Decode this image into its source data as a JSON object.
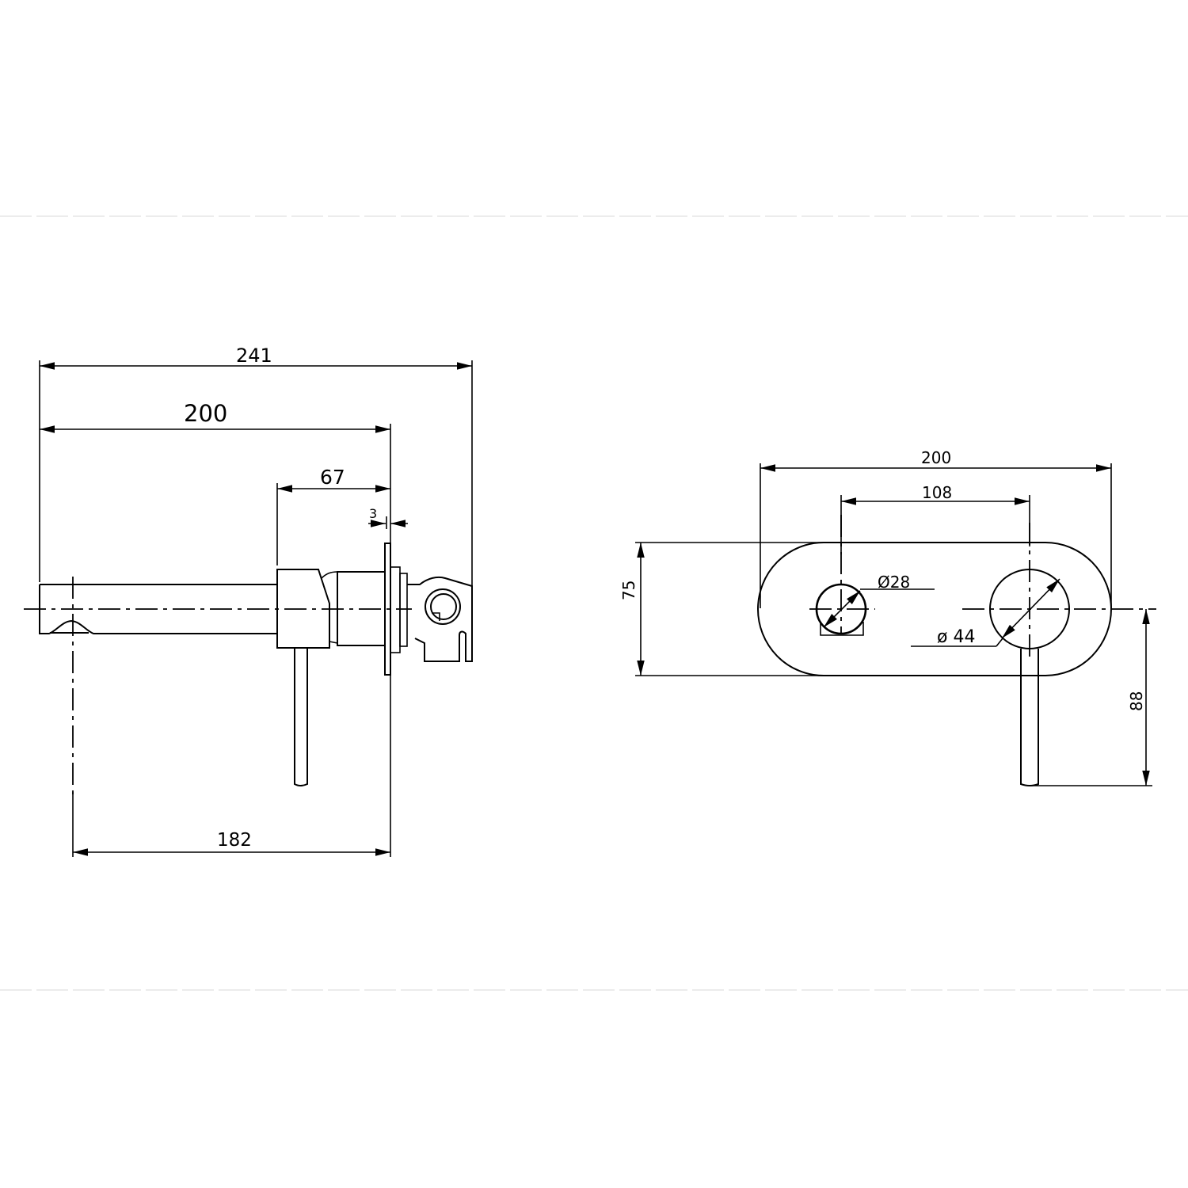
{
  "drawing": {
    "type": "dimensioned technical drawing",
    "subject": "wall-mounted mixer with spout",
    "units_implied": "mm",
    "line_color": "#000000",
    "background": "#ffffff"
  },
  "side_view": {
    "dimensions": {
      "overall_length": "241",
      "spout_to_wall": "200",
      "body_to_wall": "67",
      "plate_thickness": "3",
      "outlet_to_wall": "182"
    }
  },
  "front_view": {
    "dimensions": {
      "plate_width": "200",
      "center_spacing": "108",
      "small_diameter": "Ø28",
      "large_diameter": "ø 44",
      "plate_height": "75",
      "handle_drop": "88"
    }
  }
}
